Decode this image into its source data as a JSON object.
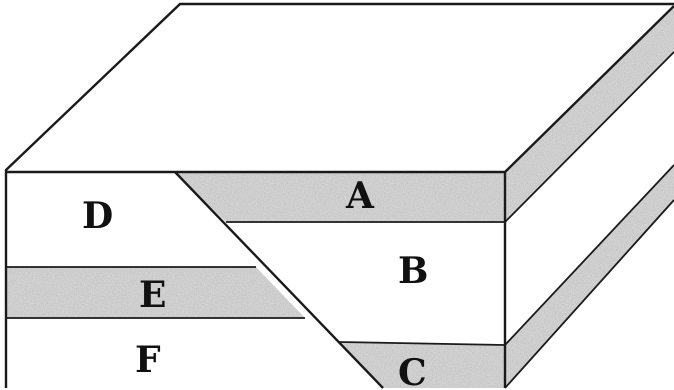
{
  "labels": {
    "a": "A",
    "b": "B",
    "c": "C",
    "d": "D",
    "e": "E",
    "f": "F"
  },
  "colors": {
    "line": "#1a1a1a",
    "shaded_layer": "#bdbdbd",
    "background": "#ffffff"
  }
}
